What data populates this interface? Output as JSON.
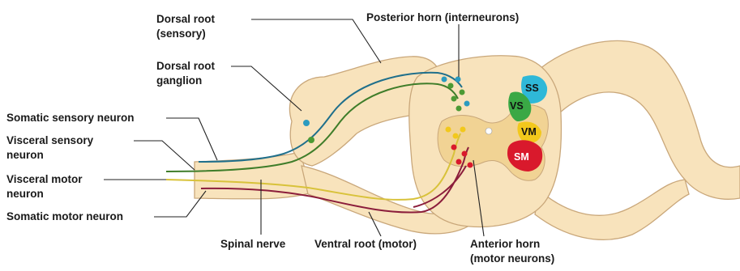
{
  "labels": {
    "dorsal_root": [
      "Dorsal root",
      "(sensory)"
    ],
    "dorsal_root_ganglion": [
      "Dorsal root",
      "ganglion"
    ],
    "posterior_horn": "Posterior horn (interneurons)",
    "somatic_sensory_neuron": "Somatic sensory neuron",
    "visceral_sensory_neuron": [
      "Visceral sensory",
      "neuron"
    ],
    "visceral_motor_neuron": [
      "Visceral motor",
      "neuron"
    ],
    "somatic_motor_neuron": "Somatic motor neuron",
    "spinal_nerve": "Spinal nerve",
    "ventral_root": "Ventral root (motor)",
    "anterior_horn": [
      "Anterior horn",
      "(motor neurons)"
    ]
  },
  "zones": {
    "ss": "SS",
    "vs": "VS",
    "vm": "VM",
    "sm": "SM"
  },
  "colors": {
    "tissue": "#f8e3bc",
    "tissue_outline": "#c9a77a",
    "gray_matter": "#f1d394",
    "somatic_sensory": "#1f6f8b",
    "visceral_sensory": "#3f7d2a",
    "visceral_motor": "#d8c23a",
    "somatic_motor": "#8b1d3b",
    "ss_zone": "#2fb8d8",
    "vs_zone": "#3aa845",
    "vm_zone": "#f2c81c",
    "sm_zone": "#d9192c"
  }
}
